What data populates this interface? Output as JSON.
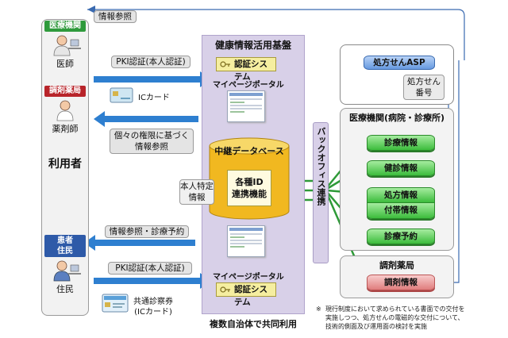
{
  "users": {
    "label": "利用者",
    "medical": {
      "badge": "医療機関",
      "caption": "医師",
      "color": "#2f9a3c"
    },
    "pharmacy": {
      "badge": "調剤薬局",
      "caption": "薬剤師",
      "color": "#b8242a"
    },
    "resident": {
      "badge_line1": "患者",
      "badge_line2": "住民",
      "caption": "住民",
      "color": "#2e5aa8"
    }
  },
  "labels": {
    "info_ref": "情報参照",
    "pki_auth": "PKI認証(本人認証)",
    "ic_card": "ICカード",
    "permission_line1": "個々の権限に基づく",
    "permission_line2": "情報参照",
    "info_ref_booking": "情報参照・診療予約",
    "pki_auth_2": "PKI認証(本人認証)",
    "common_card_line1": "共通診察券",
    "common_card_line2": "(ICカード)"
  },
  "platform": {
    "title": "健康情報活用基盤",
    "auth_system": "認証システム",
    "my_portal": "マイページポータル",
    "relay_db": "中継データベース",
    "id_link_line1": "各種ID",
    "id_link_line2": "連携機能",
    "identity_line1": "本人特定",
    "identity_line2": "情報",
    "my_portal_2": "マイページポータル",
    "auth_system_2": "認証システム",
    "shared_use": "複数自治体で共同利用"
  },
  "backoffice": {
    "label": "バックオフィス連携"
  },
  "asp": {
    "name": "処方せんASP",
    "number_line1": "処方せん",
    "number_line2": "番号"
  },
  "hospital": {
    "title": "医療機関(病院・診療所)",
    "items": [
      "診療情報",
      "健診情報",
      "処方情報",
      "付帯情報",
      "診療予約"
    ]
  },
  "pharmacy_box": {
    "title": "調剤薬局",
    "item": "調剤情報"
  },
  "footnote": {
    "mark": "※",
    "line1": "現行制度において求められている書面での交付を",
    "line2": "実施しつつ、処方せんの電磁的な交付について、",
    "line3": "技術的側面及び運用面の検討を実施"
  },
  "colors": {
    "blue_arrow": "#2e7fd0",
    "green_arrow": "#2e9a38",
    "purple_band": "#d8d0e8"
  }
}
